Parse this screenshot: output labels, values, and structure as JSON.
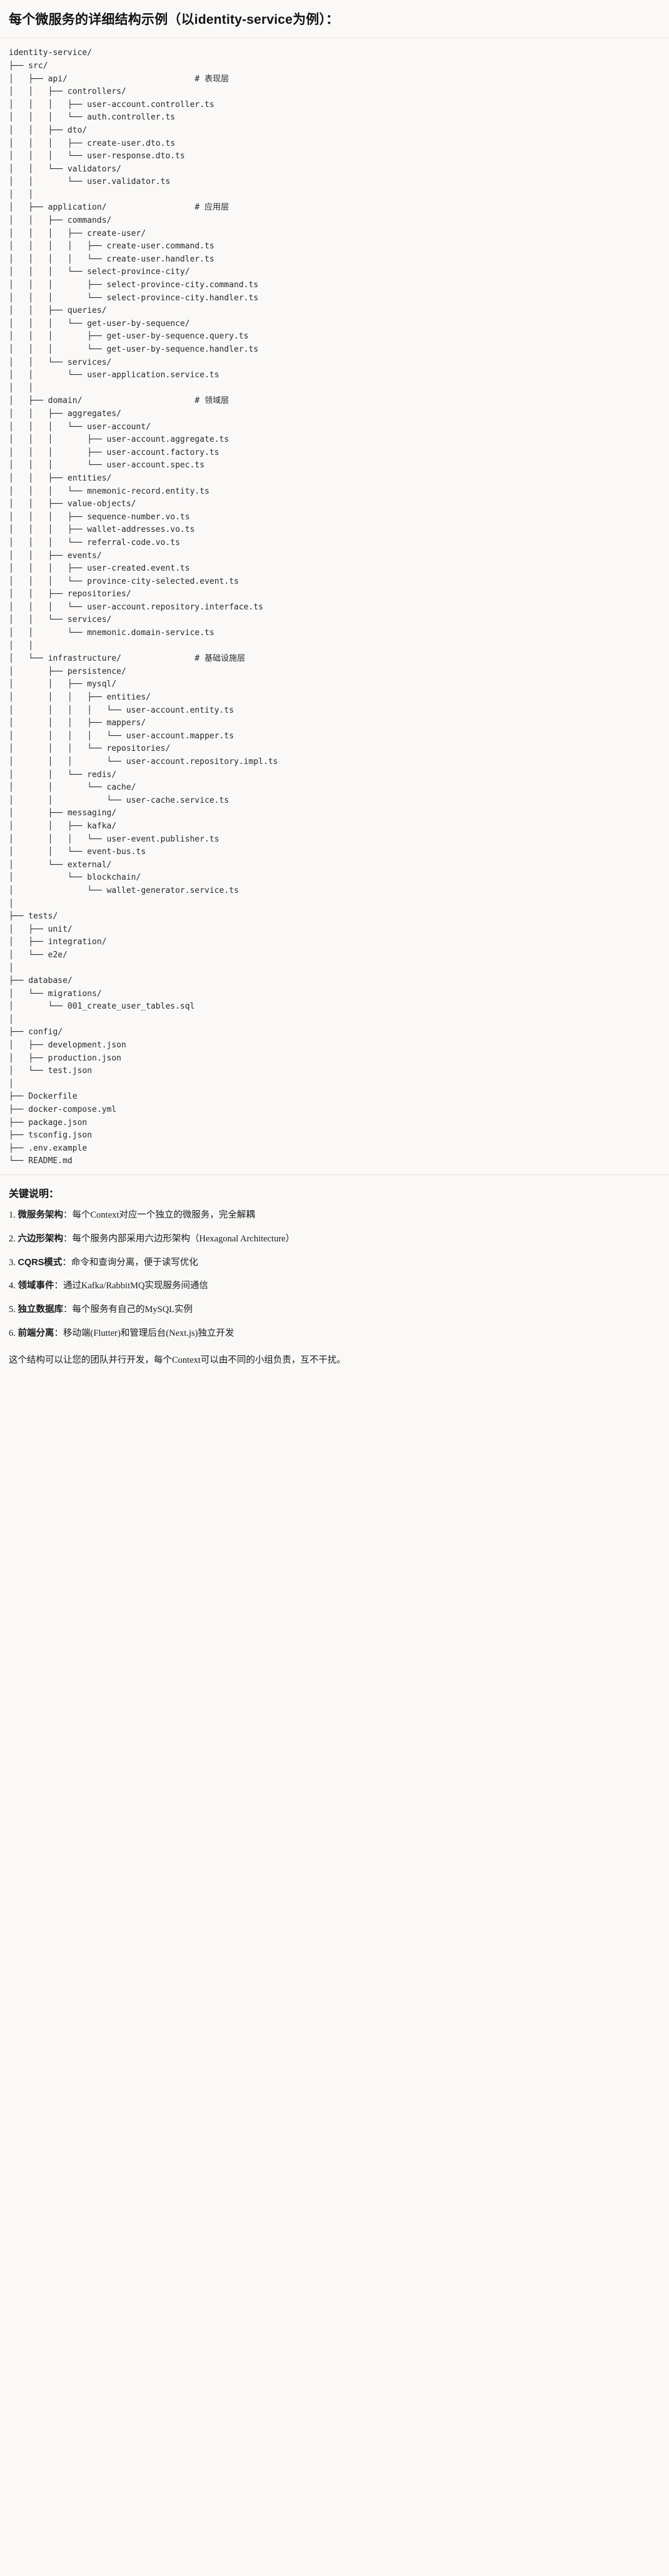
{
  "header": {
    "title": "每个微服务的详细结构示例（以identity-service为例）："
  },
  "tree": {
    "lines": [
      "identity-service/",
      "├── src/",
      "│   ├── api/                          # 表现层",
      "│   │   ├── controllers/",
      "│   │   │   ├── user-account.controller.ts",
      "│   │   │   └── auth.controller.ts",
      "│   │   ├── dto/",
      "│   │   │   ├── create-user.dto.ts",
      "│   │   │   └── user-response.dto.ts",
      "│   │   └── validators/",
      "│   │       └── user.validator.ts",
      "│   │",
      "│   ├── application/                  # 应用层",
      "│   │   ├── commands/",
      "│   │   │   ├── create-user/",
      "│   │   │   │   ├── create-user.command.ts",
      "│   │   │   │   └── create-user.handler.ts",
      "│   │   │   └── select-province-city/",
      "│   │   │       ├── select-province-city.command.ts",
      "│   │   │       └── select-province-city.handler.ts",
      "│   │   ├── queries/",
      "│   │   │   └── get-user-by-sequence/",
      "│   │   │       ├── get-user-by-sequence.query.ts",
      "│   │   │       └── get-user-by-sequence.handler.ts",
      "│   │   └── services/",
      "│   │       └── user-application.service.ts",
      "│   │",
      "│   ├── domain/                       # 领域层",
      "│   │   ├── aggregates/",
      "│   │   │   └── user-account/",
      "│   │   │       ├── user-account.aggregate.ts",
      "│   │   │       ├── user-account.factory.ts",
      "│   │   │       └── user-account.spec.ts",
      "│   │   ├── entities/",
      "│   │   │   └── mnemonic-record.entity.ts",
      "│   │   ├── value-objects/",
      "│   │   │   ├── sequence-number.vo.ts",
      "│   │   │   ├── wallet-addresses.vo.ts",
      "│   │   │   └── referral-code.vo.ts",
      "│   │   ├── events/",
      "│   │   │   ├── user-created.event.ts",
      "│   │   │   └── province-city-selected.event.ts",
      "│   │   ├── repositories/",
      "│   │   │   └── user-account.repository.interface.ts",
      "│   │   └── services/",
      "│   │       └── mnemonic.domain-service.ts",
      "│   │",
      "│   └── infrastructure/               # 基础设施层",
      "│       ├── persistence/",
      "│       │   ├── mysql/",
      "│       │   │   ├── entities/",
      "│       │   │   │   └── user-account.entity.ts",
      "│       │   │   ├── mappers/",
      "│       │   │   │   └── user-account.mapper.ts",
      "│       │   │   └── repositories/",
      "│       │   │       └── user-account.repository.impl.ts",
      "│       │   └── redis/",
      "│       │       └── cache/",
      "│       │           └── user-cache.service.ts",
      "│       ├── messaging/",
      "│       │   ├── kafka/",
      "│       │   │   └── user-event.publisher.ts",
      "│       │   └── event-bus.ts",
      "│       └── external/",
      "│           └── blockchain/",
      "│               └── wallet-generator.service.ts",
      "│",
      "├── tests/",
      "│   ├── unit/",
      "│   ├── integration/",
      "│   └── e2e/",
      "│",
      "├── database/",
      "│   └── migrations/",
      "│       └── 001_create_user_tables.sql",
      "│",
      "├── config/",
      "│   ├── development.json",
      "│   ├── production.json",
      "│   └── test.json",
      "│",
      "├── Dockerfile",
      "├── docker-compose.yml",
      "├── package.json",
      "├── tsconfig.json",
      "├── .env.example",
      "└── README.md"
    ]
  },
  "notes": {
    "title": "关键说明：",
    "items": [
      {
        "num": "1.",
        "term": "微服务架构",
        "sep": "：",
        "desc": "每个Context对应一个独立的微服务，完全解耦"
      },
      {
        "num": "2.",
        "term": "六边形架构",
        "sep": "：",
        "desc": "每个服务内部采用六边形架构（Hexagonal Architecture）"
      },
      {
        "num": "3.",
        "term": "CQRS模式",
        "sep": "：",
        "desc": "命令和查询分离，便于读写优化"
      },
      {
        "num": "4.",
        "term": "领域事件",
        "sep": "：",
        "desc": "通过Kafka/RabbitMQ实现服务间通信"
      },
      {
        "num": "5.",
        "term": "独立数据库",
        "sep": "：",
        "desc": "每个服务有自己的MySQL实例"
      },
      {
        "num": "6.",
        "term": "前端分离",
        "sep": "：",
        "desc": "移动端(Flutter)和管理后台(Next.js)独立开发"
      }
    ],
    "closing": "这个结构可以让您的团队并行开发，每个Context可以由不同的小组负责，互不干扰。"
  },
  "colors": {
    "background": "#faf9f7",
    "text": "#1a1a1a",
    "tree_text": "#24292f",
    "divider": "#e6e3de"
  }
}
